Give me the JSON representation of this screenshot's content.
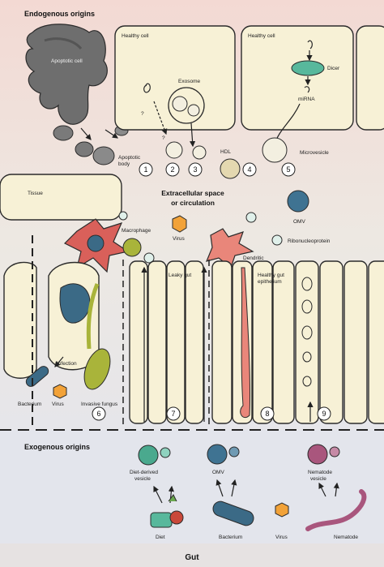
{
  "sections": {
    "endogenous": "Endogenous origins",
    "circulation": "Extracellular space\nor circulation",
    "exogenous": "Exogenous origins",
    "gut": "Gut"
  },
  "labels": {
    "apoptotic_cell": "Apoptotic cell",
    "apoptotic_body": "Apoptotic\nbody",
    "healthy_cell_1": "Healthy cell",
    "healthy_cell_2": "Healthy cell",
    "exosome": "Exosome",
    "question_1": "?",
    "question_2": "?",
    "dicer": "Dicer",
    "mirna": "miRNA",
    "hdl": "HDL",
    "microvesicle": "Microvesicle",
    "tissue": "Tissue",
    "macrophage": "Macrophage",
    "virus_top": "Virus",
    "omv_top": "OMV",
    "dendritic_cell": "Dendritic\ncell",
    "ribonucleoprotein": "Ribonucleoprotein",
    "leaky_gut": "Leaky gut",
    "healthy_gut": "Healthy gut\nepithelium",
    "infection": "Infection",
    "bacterium_left": "Bacterium",
    "virus_left": "Virus",
    "invasive_fungus": "Invasive fungus",
    "diet_vesicle": "Diet-derived\nvesicle",
    "omv_bottom": "OMV",
    "nematode_vesicle": "Nematode\nvesicle",
    "diet": "Diet",
    "bacterium_bottom": "Bacterium",
    "virus_bottom": "Virus",
    "nematode": "Nematode"
  },
  "numbers": [
    "1",
    "2",
    "3",
    "4",
    "5",
    "6",
    "7",
    "8",
    "9"
  ],
  "colors": {
    "background_top": "#f2dcd6",
    "background_mid": "#ede9e3",
    "exogenous_bg": "#e4e6ec",
    "cell_fill": "#f7f1d6",
    "apoptotic": "#6b6b6b",
    "macrophage": "#d9605a",
    "dendritic": "#e9867a",
    "fungus": "#a9b43a",
    "bacterium": "#3b6a86",
    "virus": "#f2a238",
    "omv": "#3f7392",
    "diet_vesicle": "#4aa98e",
    "nematode": "#a9567d"
  }
}
